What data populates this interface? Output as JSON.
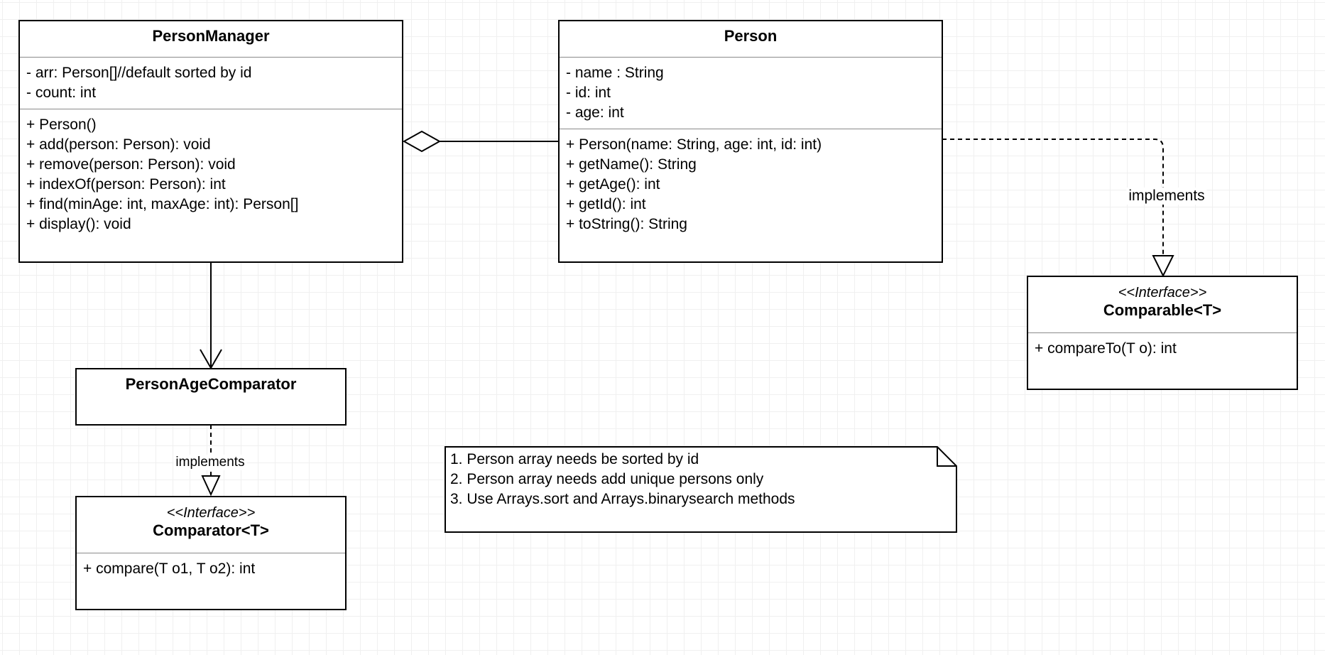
{
  "classes": {
    "person_manager": {
      "name": "PersonManager",
      "attributes": [
        "- arr: Person[]//default sorted by id",
        "- count: int"
      ],
      "operations": [
        "+ Person()",
        "+ add(person: Person): void",
        "+ remove(person: Person): void",
        "+ indexOf(person: Person): int",
        "+ find(minAge: int, maxAge: int): Person[]",
        "+ display(): void"
      ]
    },
    "person": {
      "name": "Person",
      "attributes": [
        "- name : String",
        "- id: int",
        "- age: int"
      ],
      "operations": [
        "+ Person(name: String, age: int, id: int)",
        "+ getName(): String",
        "+ getAge(): int",
        "+ getId(): int",
        "+ toString(): String"
      ]
    },
    "person_age_comparator": {
      "name": "PersonAgeComparator"
    },
    "comparator": {
      "stereotype": "<<Interface>>",
      "name": "Comparator<T>",
      "operations": [
        "+ compare(T o1, T o2): int"
      ]
    },
    "comparable": {
      "stereotype": "<<Interface>>",
      "name": "Comparable<T>",
      "operations": [
        "+ compareTo(T o): int"
      ]
    }
  },
  "relations": {
    "person_implements_label": "implements",
    "comparator_implements_label": "implements"
  },
  "note": {
    "lines": [
      "1. Person array needs be sorted by id",
      "2. Person array needs add unique persons only",
      "3. Use Arrays.sort and Arrays.binarysearch methods"
    ]
  }
}
